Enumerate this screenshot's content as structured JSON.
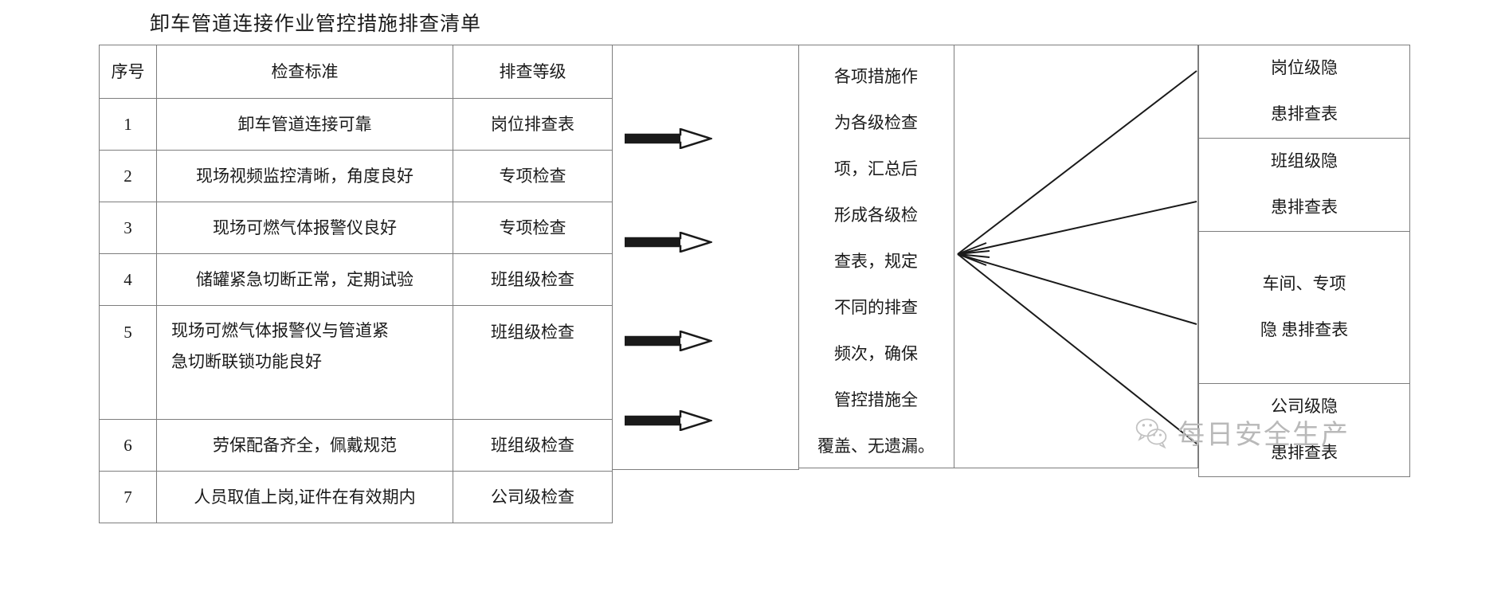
{
  "document": {
    "title": "卸车管道连接作业管控措施排查清单"
  },
  "checklist": {
    "headers": [
      "序号",
      "检查标准",
      "排查等级"
    ],
    "rows": [
      {
        "no": "1",
        "standard": "卸车管道连接可靠",
        "standard_line2": "",
        "grade": "岗位排查表"
      },
      {
        "no": "2",
        "standard": "现场视频监控清晰，角度良好",
        "standard_line2": "",
        "grade": "专项检查"
      },
      {
        "no": "3",
        "standard": "现场可燃气体报警仪良好",
        "standard_line2": "",
        "grade": "专项检查"
      },
      {
        "no": "4",
        "standard": "储罐紧急切断正常，定期试验",
        "standard_line2": "",
        "grade": "班组级检查"
      },
      {
        "no": "5",
        "standard": "现场可燃气体报警仪与管道紧",
        "standard_line2": "急切断联锁功能良好",
        "grade": "班组级检查"
      },
      {
        "no": "6",
        "standard": "劳保配备齐全，佩戴规范",
        "standard_line2": "",
        "grade": "班组级检查"
      },
      {
        "no": "7",
        "standard": "人员取值上岗,证件在有效期内",
        "standard_line2": "",
        "grade": "公司级检查"
      }
    ]
  },
  "arrows": {
    "icon": "arrow-right-icon",
    "count": 4
  },
  "middle_note": {
    "icon": "flow-merge-icon",
    "lines": [
      "各项措施作",
      "为各级检查",
      "项，汇总后",
      "形成各级检",
      "查表，规定",
      "不同的排查",
      "频次，确保",
      "管控措施全",
      "覆盖、无遗漏。"
    ],
    "full_text": "各项措施作为各级检查项，汇总后形成各级检查表，规定不同的排查频次，确保管控措施全覆盖、无遗漏。"
  },
  "fan": {
    "icon": "fan-out-lines-icon"
  },
  "outputs": [
    {
      "line1": "岗位级隐",
      "line2": "患排查表"
    },
    {
      "line1": "班组级隐",
      "line2": "患排查表"
    },
    {
      "line1": "车间、专项",
      "line2": "隐 患排查表"
    },
    {
      "line1": "公司级隐",
      "line2": "患排查表"
    }
  ],
  "watermark": {
    "icon": "wechat-icon",
    "text": "每日安全生产"
  }
}
